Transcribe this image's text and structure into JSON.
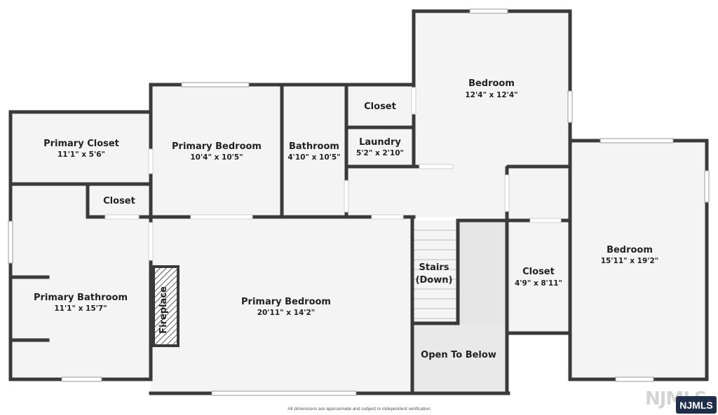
{
  "rooms": [
    {
      "name": "Bedroom",
      "dims": "12'4\" x 12'4\""
    },
    {
      "name": "Closet",
      "dims": ""
    },
    {
      "name": "Laundry",
      "dims": "5'2\" x 2'10\""
    },
    {
      "name": "Bathroom",
      "dims": "4'10\" x 10'5\""
    },
    {
      "name": "Primary Bedroom",
      "dims": "10'4\" x 10'5\""
    },
    {
      "name": "Primary Closet",
      "dims": "11'1\" x 5'6\""
    },
    {
      "name": "Closet",
      "dims": ""
    },
    {
      "name": "Primary Bathroom",
      "dims": "11'1\" x 15'7\""
    },
    {
      "name": "Primary Bedroom",
      "dims": "20'11\" x 14'2\""
    },
    {
      "name": "Stairs",
      "dims": ""
    },
    {
      "name": "(Down)",
      "dims": ""
    },
    {
      "name": "Open To Below",
      "dims": ""
    },
    {
      "name": "Closet",
      "dims": "4'9\" x 8'11\""
    },
    {
      "name": "Bedroom",
      "dims": "15'11\" x 19'2\""
    }
  ],
  "fireplace_label": "Fireplace",
  "disclaimer": "All dimensions are approximate and subject to independent verification",
  "badge": "NJMLS",
  "watermark": "NJMLS",
  "colors": {
    "wall": "#3a3a3a",
    "floor": "#f4f4f4",
    "open_below": "#e6e6e6",
    "window": "#cfcfcf"
  }
}
